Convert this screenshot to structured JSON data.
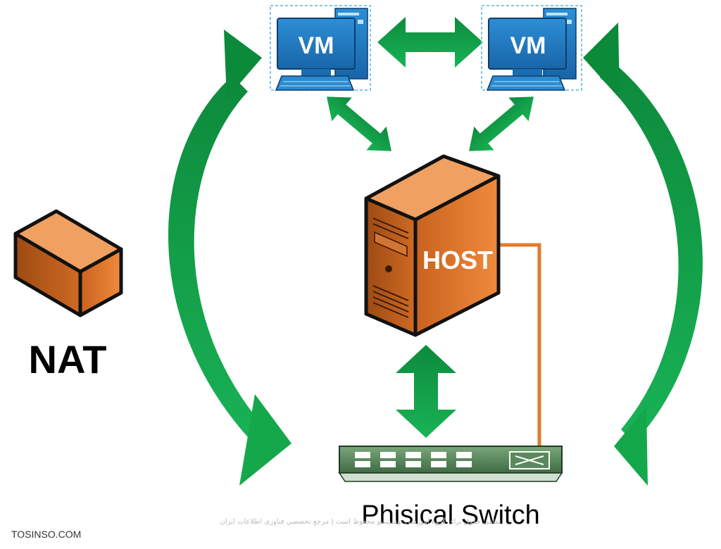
{
  "diagram": {
    "nodes": {
      "vm_left": "VM",
      "vm_right": "VM",
      "host": "HOST",
      "nat": "NAT",
      "switch": "Phisical Switch"
    },
    "branding": "TOSINSO.COM",
    "watermark": "تمامی حقوق برای گروه آموزشی توسینسو محفوظ است | مرجع تخصصی فناوری اطلاعات ایران"
  },
  "colors": {
    "arrow": "#12a84a",
    "arrow_dark": "#0b7a33",
    "orange": "#e07b2e",
    "orange_dark": "#b85a18",
    "vm_blue": "#1f7dc4",
    "vm_light": "#7fc6ef",
    "switch_green": "#5a8a5c"
  }
}
